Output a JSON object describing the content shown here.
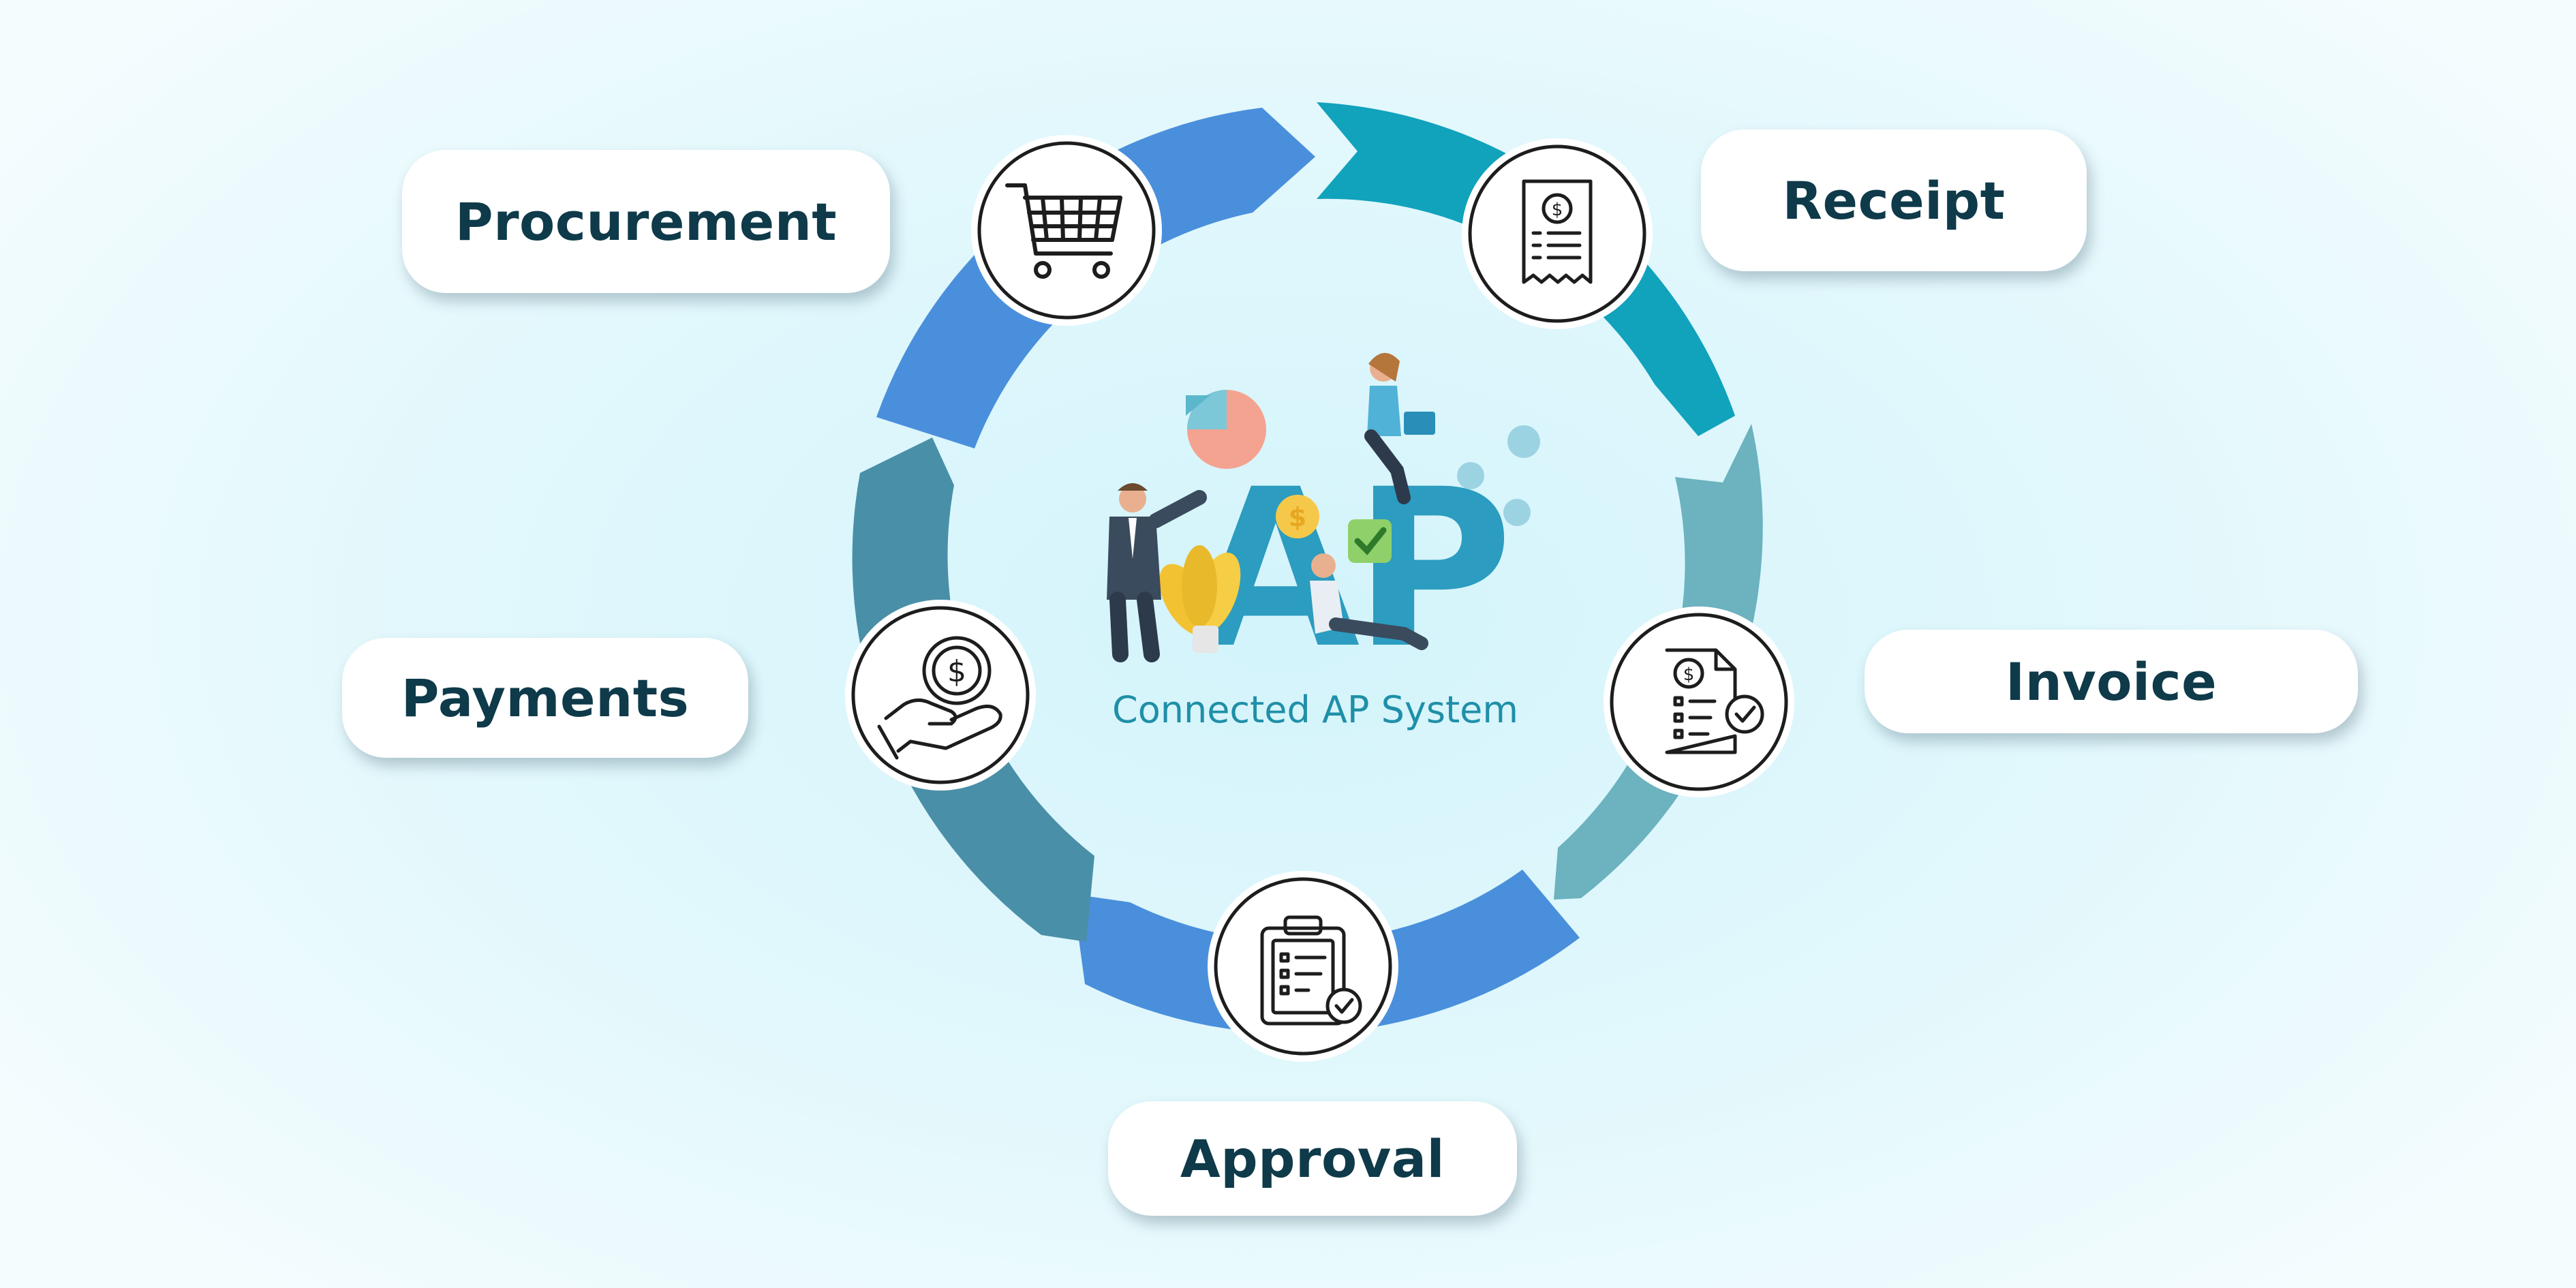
{
  "center": {
    "title": "Connected AP System",
    "monogram": "AP"
  },
  "steps": [
    {
      "label": "Procurement",
      "icon": "shopping-cart-icon"
    },
    {
      "label": "Receipt",
      "icon": "receipt-icon"
    },
    {
      "label": "Invoice",
      "icon": "invoice-approved-icon"
    },
    {
      "label": "Approval",
      "icon": "clipboard-check-icon"
    },
    {
      "label": "Payments",
      "icon": "hand-coin-icon"
    }
  ],
  "colors": {
    "arrow_blue": "#4a8fdc",
    "arrow_teal": "#11a2bc",
    "arrow_steel": "#6cb2bf",
    "arrow_deep": "#4a8fa8",
    "label_text": "#0e3a4a",
    "title_text": "#1f8fa8"
  }
}
